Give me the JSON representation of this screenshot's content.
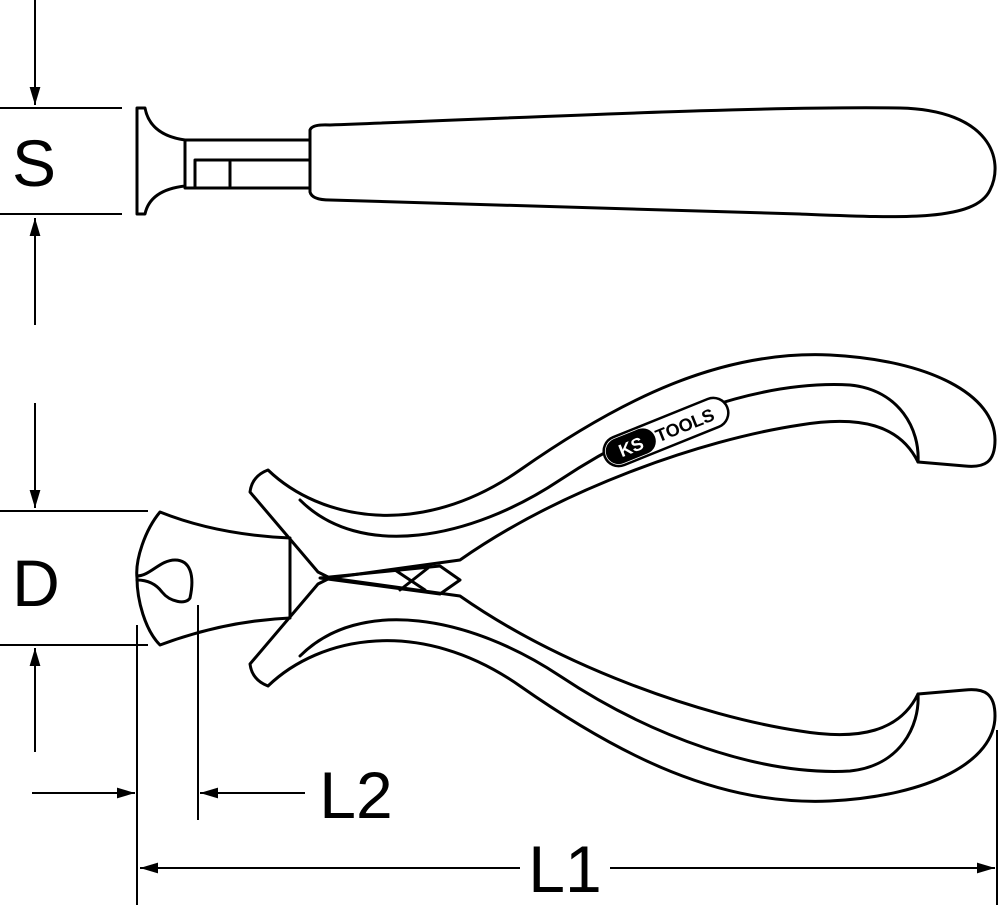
{
  "dimensions": {
    "s": "S",
    "d": "D",
    "l1": "L1",
    "l2": "L2"
  },
  "logo": {
    "brand_left": "KS",
    "brand_right": "TOOLS"
  },
  "colors": {
    "line": "#000000",
    "background": "#ffffff"
  }
}
